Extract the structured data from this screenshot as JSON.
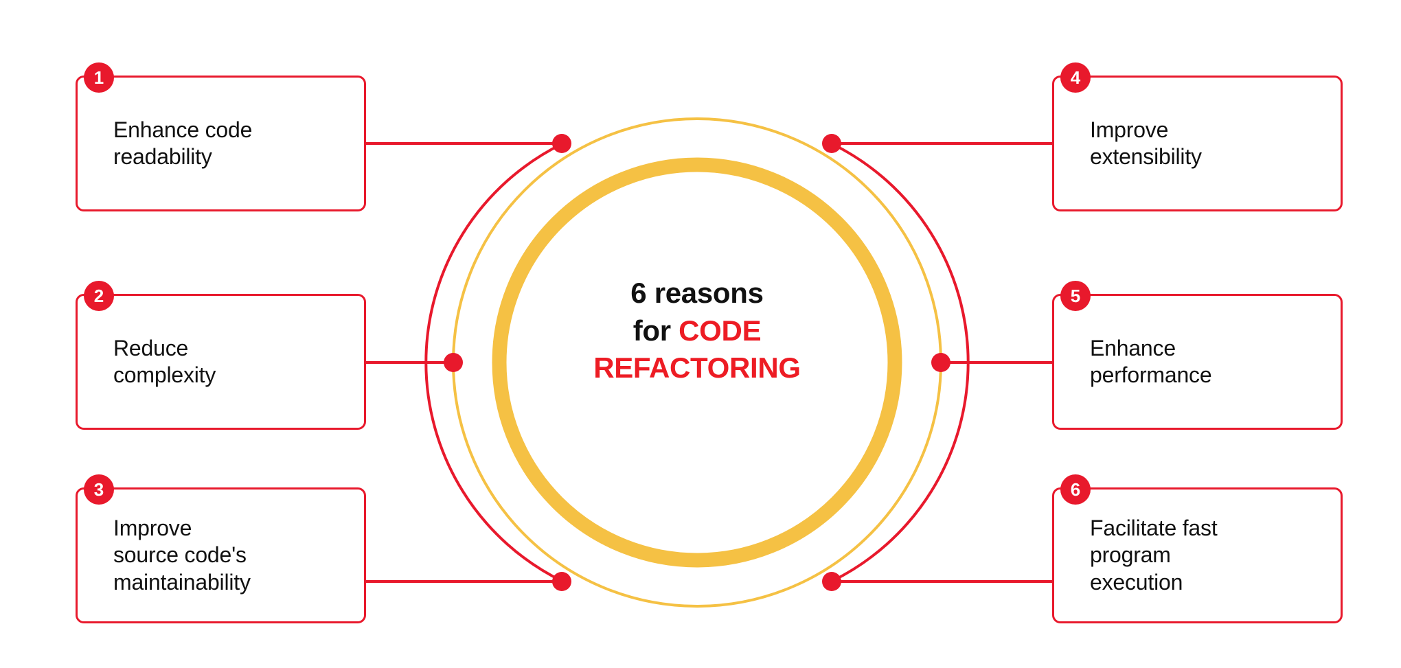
{
  "diagram": {
    "title": "6 reasons for CODE REFACTORING",
    "type": "circular-hub-and-spoke",
    "colors": {
      "red": "#E8192C",
      "red_text": "#ED1C24",
      "yellow": "#F5C144",
      "text": "#111111",
      "background": "#FFFFFF"
    }
  },
  "center": {
    "line1": "6 reasons",
    "line2_plain": "for ",
    "line2_accent": "CODE",
    "line3_accent": "REFACTORING"
  },
  "reasons": [
    {
      "number": "1",
      "label": "Enhance code\nreadability",
      "side": "left",
      "row": 1
    },
    {
      "number": "2",
      "label": "Reduce\ncomplexity",
      "side": "left",
      "row": 2
    },
    {
      "number": "3",
      "label": "Improve\nsource code's\nmaintainability",
      "side": "left",
      "row": 3
    },
    {
      "number": "4",
      "label": "Improve\nextensibility",
      "side": "right",
      "row": 1
    },
    {
      "number": "5",
      "label": "Enhance\nperformance",
      "side": "right",
      "row": 2
    },
    {
      "number": "6",
      "label": "Facilitate fast\nprogram\nexecution",
      "side": "right",
      "row": 3
    }
  ]
}
